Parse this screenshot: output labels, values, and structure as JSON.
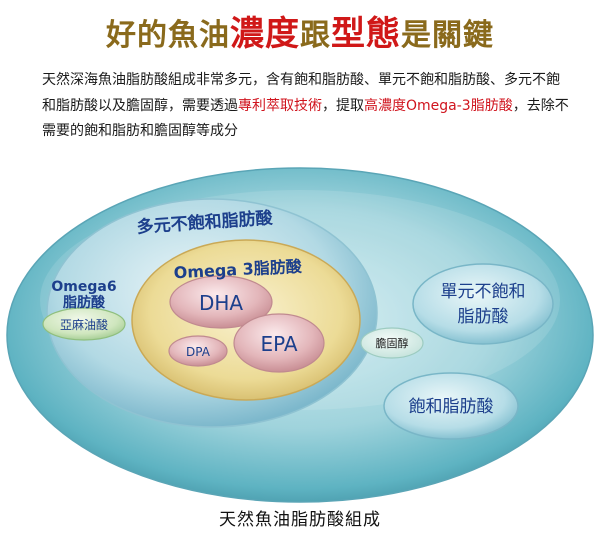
{
  "header": {
    "title_parts": [
      "好的魚油",
      "濃度",
      "跟",
      "型態",
      "是關鍵"
    ]
  },
  "intro": {
    "part1": "天然深海魚油脂肪酸組成非常多元，含有飽和脂肪酸、單元不飽和脂肪酸、多元不飽和脂肪酸以及膽固醇，需要透過",
    "highlight1": "專利萃取技術",
    "part2": "，提取",
    "highlight2": "高濃度Omega-3脂肪酸",
    "part3": "，去除不需要的飽和脂肪和膽固醇等成分"
  },
  "diagram": {
    "pufa_label": "多元不飽和脂肪酸",
    "omega6_label_line1": "Omega6",
    "omega6_label_line2": "脂肪酸",
    "linoleic_label": "亞麻油酸",
    "omega3_label": "Omega 3脂肪酸",
    "dha_label": "DHA",
    "epa_label": "EPA",
    "dpa_label": "DPA",
    "cholesterol_label": "膽固醇",
    "mufa_label_line1": "單元不飽和",
    "mufa_label_line2": "脂肪酸",
    "sfa_label": "飽和脂肪酸",
    "colors": {
      "outer": "#5fb6c4",
      "pufa": "#8ec9d8",
      "omega3": "#e7d58a",
      "omega_inner": "#d9a0a6",
      "label_blue": "#1c3f8c",
      "red_accent": "#d01818"
    }
  },
  "caption": "天然魚油脂肪酸組成"
}
